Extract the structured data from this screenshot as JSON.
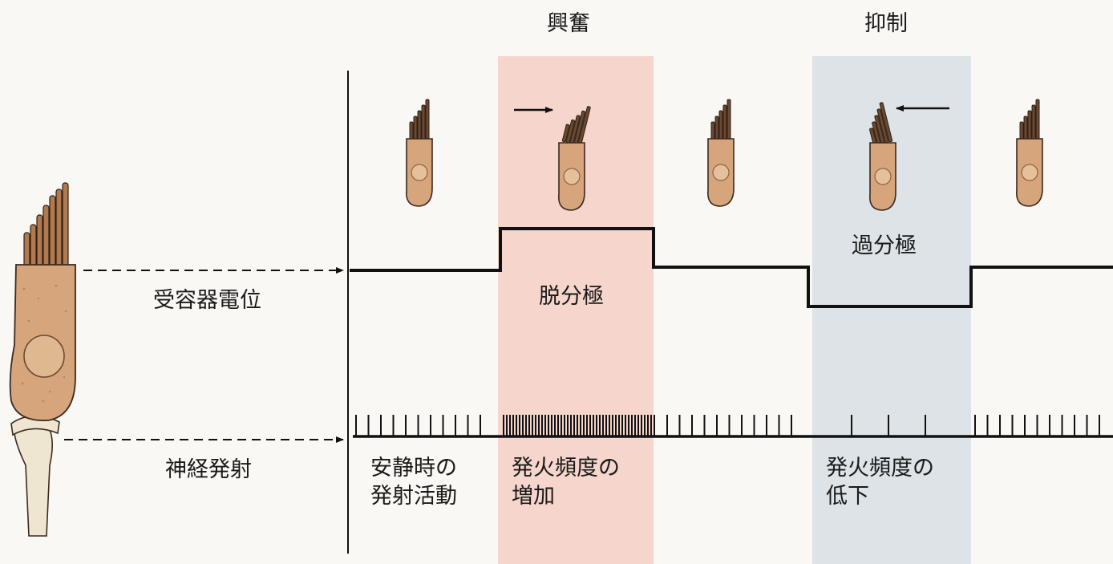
{
  "panels": {
    "excitation": {
      "title": "興奮",
      "color": "#f6d6cc"
    },
    "inhibition": {
      "title": "抑制",
      "color": "#dde3e6"
    }
  },
  "rows": {
    "receptor_potential": "受容器電位",
    "nerve_firing": "神経発射"
  },
  "potential_labels": {
    "depolarization": "脱分極",
    "hyperpolarization": "過分極"
  },
  "firing_labels": {
    "resting": [
      "安静時の",
      "発射活動"
    ],
    "increase": [
      "発火頻度の",
      "増加"
    ],
    "decrease": [
      "発火頻度の",
      "低下"
    ]
  },
  "colors": {
    "cell_fill": "#d6a57c",
    "cell_stroke": "#3b2a1e",
    "nucleus_fill": "#e6c09a",
    "axon_fill": "#efe6d2",
    "line": "#111111"
  },
  "icons": {
    "hair_cell": "hair-cell-icon",
    "arrow_right": "arrow-right-icon",
    "arrow_left": "arrow-left-icon"
  }
}
